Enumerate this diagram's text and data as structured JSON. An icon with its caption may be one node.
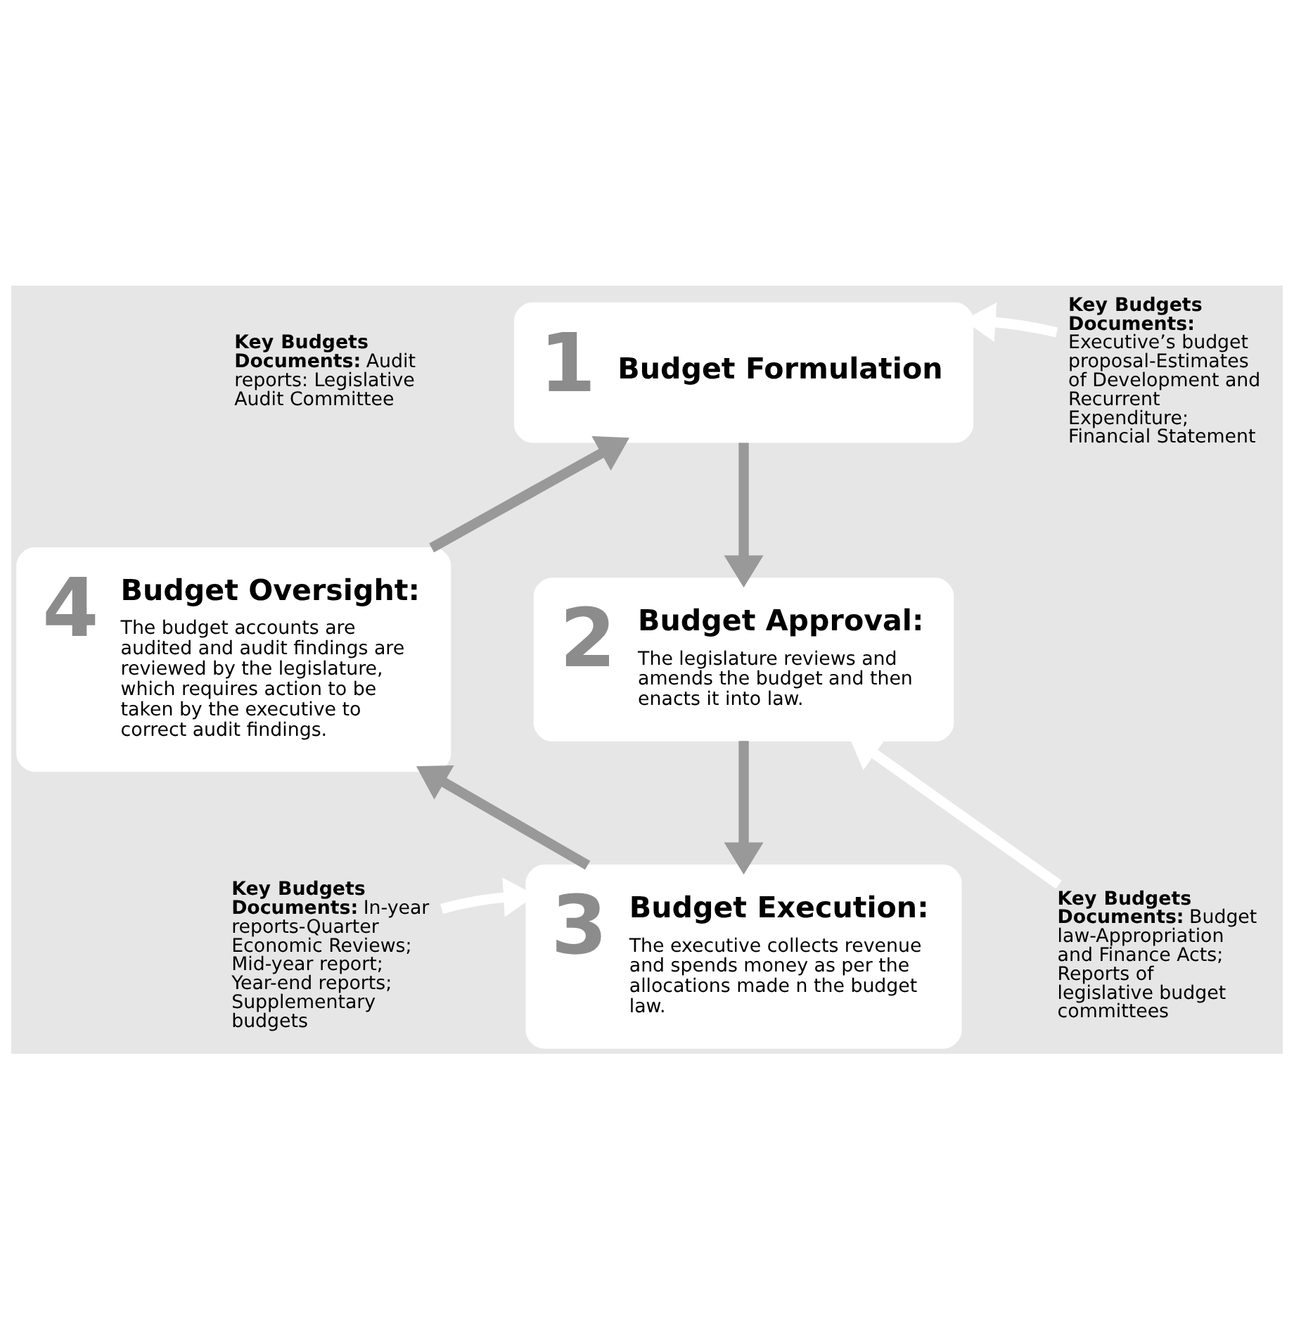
{
  "diagram": {
    "nodes": [
      {
        "text": [
          "1",
          "Budget Formulation"
        ]
      },
      {
        "text": [
          "2",
          "Budget Approval:",
          "The legislature reviews and amends the budget and then enacts it into law."
        ]
      },
      {
        "text": [
          "3",
          "Budget Execution:",
          "The executive collects revenue and spends money as per the allocations made n the budget law."
        ]
      },
      {
        "text": [
          "4",
          "Budget Oversight:",
          "The budget accounts are audited and audit findings are reviewed by the legislature, which requires action to be taken by the executive to correct audit findings."
        ]
      },
      {
        "text": [
          "**Key Budgets Documents:** Executive’s budget proposal-Estimates of Development and Recurrent Expenditure; Financial Statement"
        ]
      },
      {
        "text": [
          "**Key Budgets Documents:** In-year reports-Quarter Economic Reviews; Mid-year report; Year-end reports; Supplementary budgets"
        ]
      },
      {
        "text": [
          "**Key Budgets Documents:** Budget law-Appropriation and Finance Acts; Reports of legislative budget committees"
        ]
      }
    ],
    "edges": [
      {
        "from": 0,
        "to": 1,
        "arrow": "to"
      },
      {
        "from": 1,
        "to": 2,
        "arrow": "to"
      },
      {
        "from": 2,
        "to": 3,
        "arrow": "to"
      },
      {
        "from": 3,
        "to": 0,
        "arrow": "to"
      },
      {
        "from": 4,
        "to": 0,
        "arrow": "to",
        "color": "#ffffff"
      },
      {
        "from": 5,
        "to": 2,
        "arrow": "to",
        "color": "#ffffff"
      },
      {
        "from": 6,
        "to": 1,
        "arrow": "to",
        "color": "#ffffff"
      }
    ],
    "labels": [
      "**Key Budgets Documents:** Audit reports: Legislative Audit Committee"
    ]
  }
}
